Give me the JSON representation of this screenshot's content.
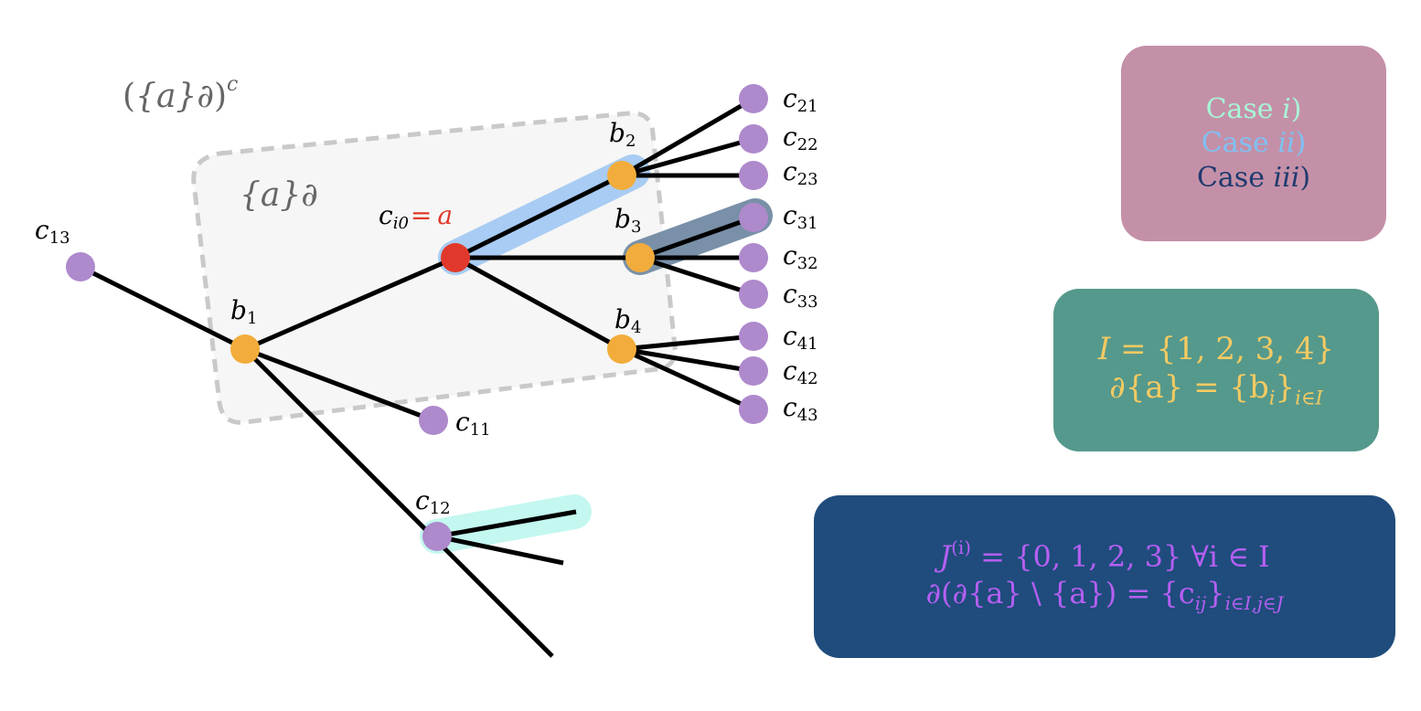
{
  "set_labels": {
    "complement": {
      "open": "(",
      "brace_a": "{a}",
      "partial": "∂",
      "close": ")",
      "sup": "c"
    },
    "inner": {
      "brace_a": "{a}",
      "partial": "∂"
    }
  },
  "nodes": {
    "c13": {
      "base": "c",
      "sub": "13"
    },
    "b1": {
      "base": "b",
      "sub": "1"
    },
    "c_i0": {
      "base": "c",
      "sub": "i0",
      "eq": "=",
      "a": "a"
    },
    "b2": {
      "base": "b",
      "sub": "2"
    },
    "b3": {
      "base": "b",
      "sub": "3"
    },
    "b4": {
      "base": "b",
      "sub": "4"
    },
    "c11": {
      "base": "c",
      "sub": "11"
    },
    "c12": {
      "base": "c",
      "sub": "12"
    },
    "c21": {
      "base": "c",
      "sub": "21"
    },
    "c22": {
      "base": "c",
      "sub": "22"
    },
    "c23": {
      "base": "c",
      "sub": "23"
    },
    "c31": {
      "base": "c",
      "sub": "31"
    },
    "c32": {
      "base": "c",
      "sub": "32"
    },
    "c33": {
      "base": "c",
      "sub": "33"
    },
    "c41": {
      "base": "c",
      "sub": "41"
    },
    "c42": {
      "base": "c",
      "sub": "42"
    },
    "c43": {
      "base": "c",
      "sub": "43"
    }
  },
  "legend": {
    "case_word": "Case",
    "case_i": "i",
    "case_ii": "ii",
    "case_iii": "iii",
    "paren": ")"
  },
  "formula_green": {
    "line1": {
      "I": "I",
      "rest": " = {1, 2, 3, 4}"
    },
    "line2": {
      "lhs": "∂{a} = {b",
      "i": "i",
      "close": "}",
      "sub": "i∈I"
    }
  },
  "formula_blue": {
    "line1": {
      "J": "J",
      "sup": "(i)",
      "rest": " = {0, 1, 2, 3} ∀i ∈ I"
    },
    "line2": {
      "lhs": "∂(∂{a} \\ {a}) = {c",
      "ij": "ij",
      "close": "}",
      "sub": "i∈I,j∈J"
    }
  },
  "colors": {
    "edge": "#000000",
    "leaf_node": "#ae89cc",
    "b_node": "#f2ac3b",
    "a_node": "#e0392b",
    "highlight_case_i": "#c4f7ef",
    "highlight_case_ii": "#a8ccf3",
    "highlight_case_iii": "#7990a8",
    "region_fill": "#f6f6f6",
    "region_border": "#c9c9c9",
    "card_legend_bg": "#c490a8",
    "card_green_bg": "#55998c",
    "card_blue_bg": "#1f4c7c",
    "text_case_i": "#a8f5d6",
    "text_case_ii": "#7fc1f2",
    "text_case_iii": "#1e3a6e",
    "text_gold": "#f3ca62",
    "text_violet": "#b55ff2",
    "a_text": "#e0392b"
  }
}
